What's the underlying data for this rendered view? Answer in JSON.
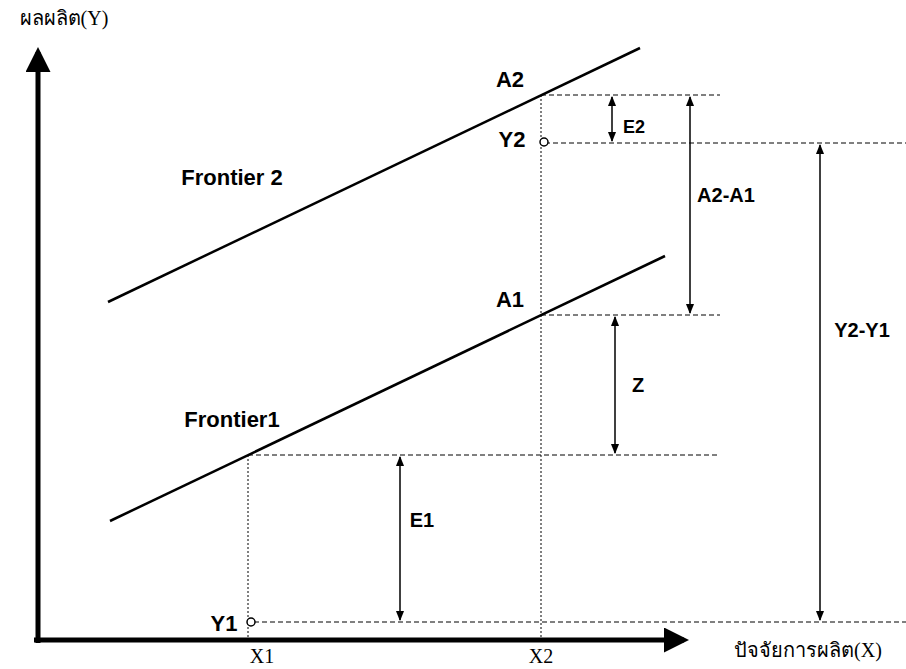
{
  "diagram": {
    "labels": [
      "ผลผลิต(Y)",
      "Frontier 2",
      "A2",
      "Y2",
      "E2",
      "A2-A1",
      "Y2-Y1",
      "A1",
      "Frontier1",
      "Z",
      "E1",
      "Y1",
      "X1",
      "X2",
      "ปัจจัยการผลิต(X)"
    ]
  }
}
